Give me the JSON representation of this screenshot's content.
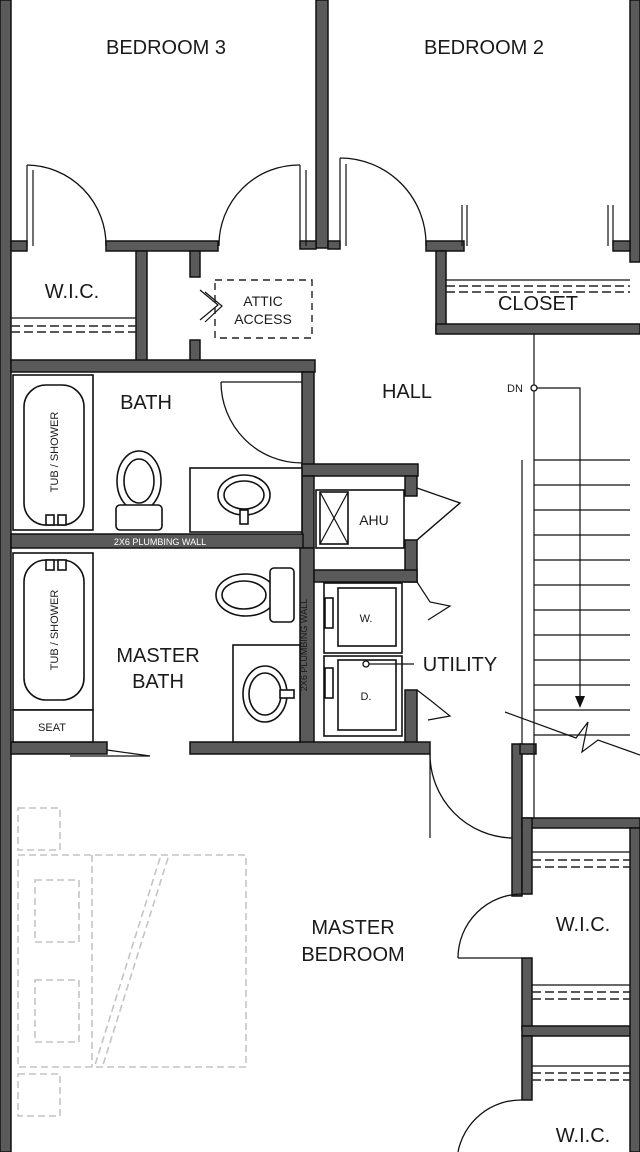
{
  "rooms": {
    "bedroom3": "BEDROOM 3",
    "bedroom2": "BEDROOM 2",
    "wic_top": "W.I.C.",
    "attic_line1": "ATTIC",
    "attic_line2": "ACCESS",
    "closet": "CLOSET",
    "bath": "BATH",
    "hall": "HALL",
    "dn": "DN",
    "tub1": "TUB / SHOWER",
    "tub2": "TUB / SHOWER",
    "ahu": "AHU",
    "plumbing1": "2X6 PLUMBING WALL",
    "plumbing2": "2X6 PLUMBING WALL",
    "master_bath_line1": "MASTER",
    "master_bath_line2": "BATH",
    "utility": "UTILITY",
    "washer": "W.",
    "dryer": "D.",
    "seat": "SEAT",
    "master_bed_line1": "MASTER",
    "master_bed_line2": "BEDROOM",
    "wic_mid": "W.I.C.",
    "wic_bottom": "W.I.C."
  }
}
